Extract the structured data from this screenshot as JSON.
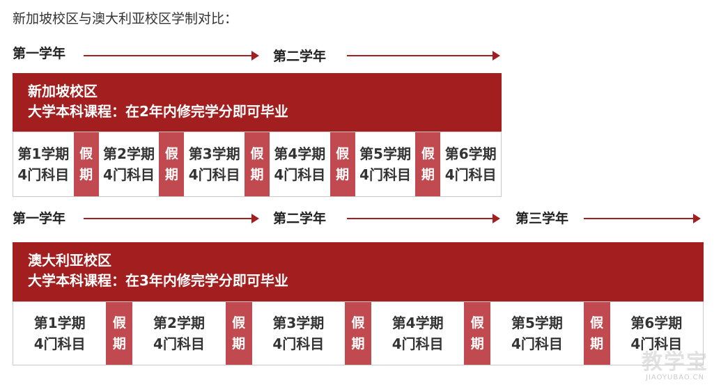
{
  "intro": "新加坡校区与澳大利亚校区学制对比：",
  "singapore": {
    "years": [
      "第一学年",
      "第二学年"
    ],
    "campus_name": "新加坡校区",
    "description": "大学本科课程：在2年内修完学分即可毕业",
    "terms": [
      {
        "term": "第1学期",
        "courses": "4门科目"
      },
      {
        "term": "第2学期",
        "courses": "4门科目"
      },
      {
        "term": "第3学期",
        "courses": "4门科目"
      },
      {
        "term": "第4学期",
        "courses": "4门科目"
      },
      {
        "term": "第5学期",
        "courses": "4门科目"
      },
      {
        "term": "第6学期",
        "courses": "4门科目"
      }
    ]
  },
  "australia": {
    "years": [
      "第一学年",
      "第二学年",
      "第三学年"
    ],
    "campus_name": "澳大利亚校区",
    "description": "大学本科课程：在3年内修完学分即可毕业",
    "terms": [
      {
        "term": "第1学期",
        "courses": "4门科目"
      },
      {
        "term": "第2学期",
        "courses": "4门科目"
      },
      {
        "term": "第3学期",
        "courses": "4门科目"
      },
      {
        "term": "第4学期",
        "courses": "4门科目"
      },
      {
        "term": "第5学期",
        "courses": "4门科目"
      },
      {
        "term": "第6学期",
        "courses": "4门科目"
      }
    ]
  },
  "vacation": [
    "假",
    "期"
  ],
  "watermark": {
    "logo": "教学宝",
    "url": "JIAOYUBAO.CN"
  },
  "colors": {
    "accent": "#a31f1f",
    "vacation": "#c04a4f"
  }
}
